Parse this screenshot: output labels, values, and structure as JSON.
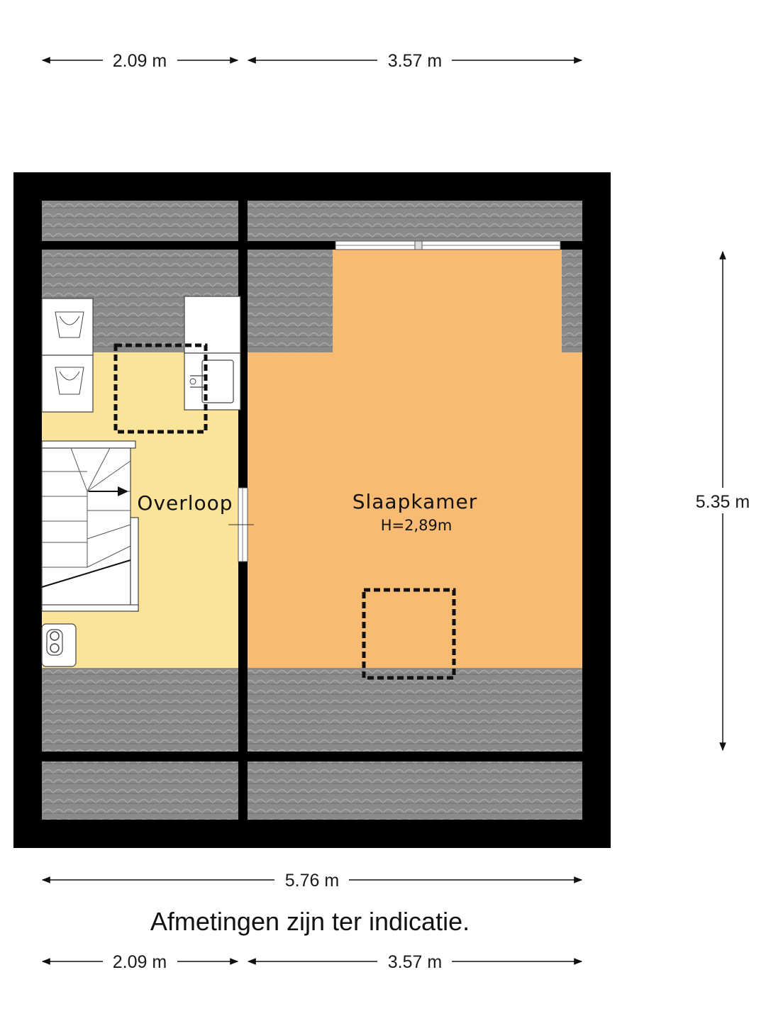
{
  "dimensions": {
    "top_left": "2.09 m",
    "top_right": "3.57 m",
    "height": "5.35 m",
    "total_width": "5.76 m",
    "bottom_left": "2.09 m",
    "bottom_right": "3.57 m"
  },
  "rooms": {
    "landing": {
      "name": "Overloop"
    },
    "bedroom": {
      "name": "Slaapkamer",
      "height": "H=2,89m"
    }
  },
  "note": "Afmetingen zijn ter indicatie.",
  "colors": {
    "wall": "#000000",
    "roof_tiles": "#8a8a8a",
    "landing_floor": "#fbe39a",
    "bedroom_floor": "#f8bb73"
  }
}
